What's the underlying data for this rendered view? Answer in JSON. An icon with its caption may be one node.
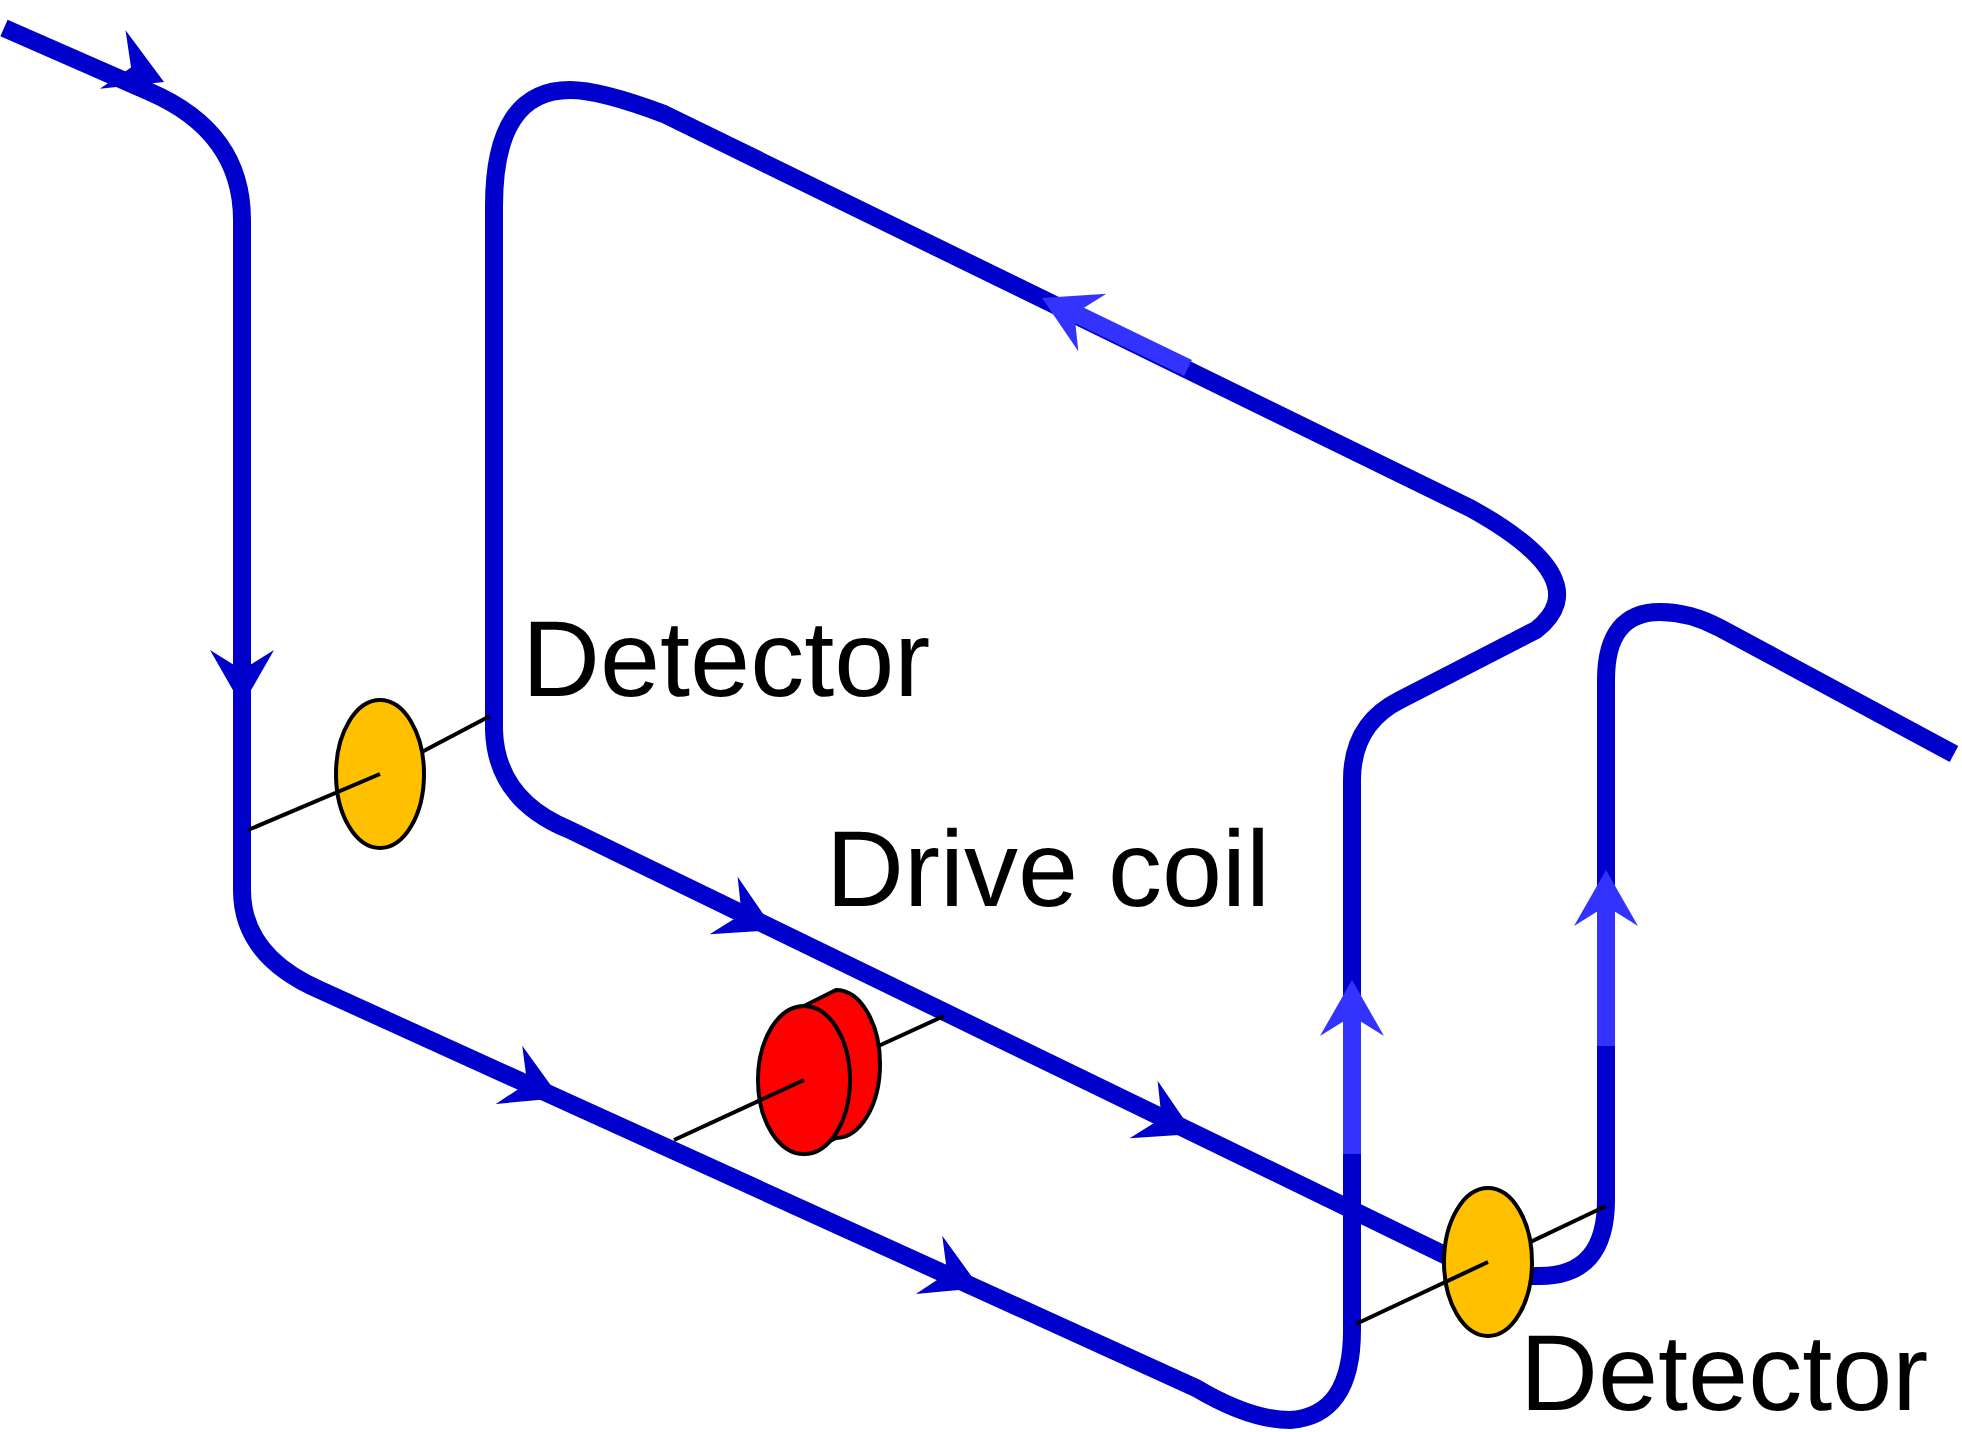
{
  "diagram": {
    "labels": [
      "Detector",
      "Drive coil",
      "Detector"
    ]
  }
}
